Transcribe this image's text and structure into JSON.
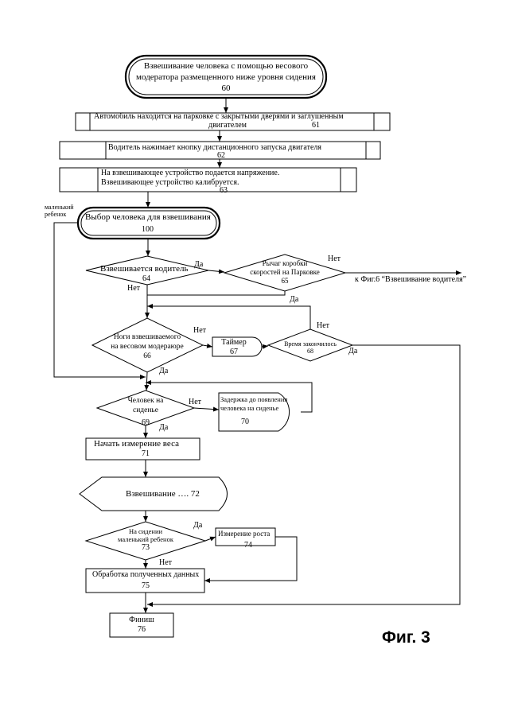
{
  "s60": {
    "l1": "Взвешивание человека с помощью весового",
    "l2": "модератора размещенного ниже уровня сидения",
    "num": "60"
  },
  "s61": {
    "l1": "Автомобиль находится на парковке с закрытыми дверями и заглушенным",
    "l2": "двигателем",
    "num": "61"
  },
  "s62": {
    "l1": "Водитель нажимает кнопку дистанционного запуска двигателя",
    "num": "62"
  },
  "s63": {
    "l1": "На взвешивающее устройство подается напряжение.",
    "l2": "Взвешивающее устройство калибруется.",
    "num": "63"
  },
  "small_child_label": {
    "l1": "маленький",
    "l2": "ребенок"
  },
  "s100": {
    "l1": "Выбор человека для взвешивания",
    "num": "100"
  },
  "s64": {
    "l1": "Взвешивается водитель",
    "num": "64"
  },
  "s65": {
    "l1": "Рычаг коробки",
    "l2": "скоростей на Парковке",
    "num": "65"
  },
  "ref_fig6": "к Фиг.6 “Взвешивание водителя”",
  "s66": {
    "l1": "Ноги взвешиваемого",
    "l2": "на весовом модераюре",
    "num": "66"
  },
  "s67": {
    "l1": "Таймер",
    "num": "67"
  },
  "s68": {
    "l1": "Время закончилось",
    "num": "68"
  },
  "s69": {
    "l1": "Человек на",
    "l2": "сиденье",
    "num": "69"
  },
  "s70": {
    "l1": "Задержка до появления",
    "l2": "человека на сиденье",
    "num": "70"
  },
  "s71": {
    "l1": "Начать измерение веса",
    "num": "71"
  },
  "s72": {
    "l1": "Взвешивание …. 72"
  },
  "s73": {
    "l1": "На сидении",
    "l2": "маленький ребенок",
    "num": "73"
  },
  "s74": {
    "l1": "Измерение роста",
    "num": "74"
  },
  "s75": {
    "l1": "Обработка полученных данных",
    "num": "75"
  },
  "s76": {
    "l1": "Финиш",
    "num": "76"
  },
  "labels": {
    "yes": "Да",
    "no": "Нет"
  },
  "figure_label": "Фиг. 3"
}
